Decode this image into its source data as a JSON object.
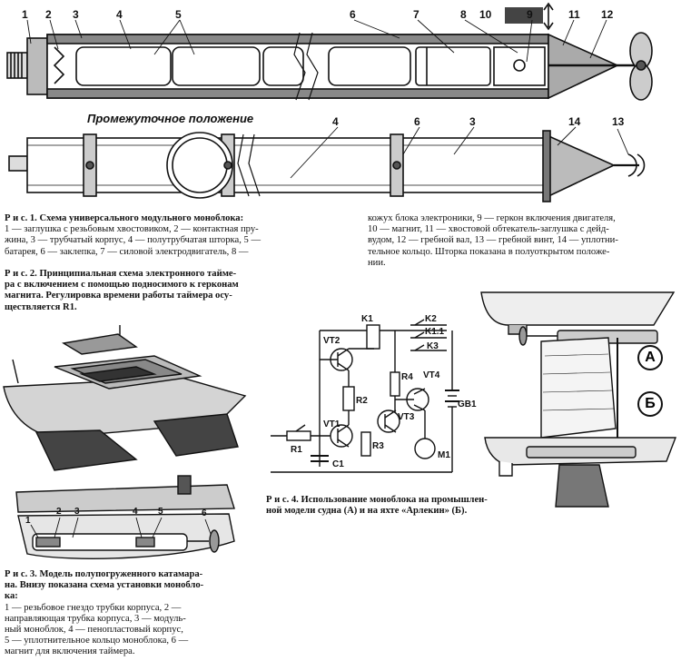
{
  "fig1": {
    "numbers": [
      "1",
      "2",
      "3",
      "4",
      "5",
      "6",
      "7",
      "8",
      "9",
      "10",
      "11",
      "12"
    ],
    "intermediate_label": "Промежуточное положение",
    "bottom_numbers": [
      "4",
      "6",
      "3",
      "14",
      "13"
    ]
  },
  "caption1": {
    "title": "Р и с. 1. Схема универсального модульного моноблока:",
    "col1": [
      "1 — заглушка с резьбовым хвостовиком, 2 — контактная пру-",
      "жина, 3 — трубчатый корпус, 4 — полутрубчатая шторка, 5 —",
      "батарея, 6 — заклепка, 7 — силовой электродвигатель, 8 —"
    ],
    "col2": [
      "кожух блока электроники, 9 — геркон включения двигателя,",
      "10 — магнит, 11 — хвостовой обтекатель-заглушка с дейд-",
      "вудом, 12 — гребной вал, 13 — гребной винт, 14 — уплотни-",
      "тельное кольцо. Шторка показана в полуоткрытом положе-",
      "нии."
    ]
  },
  "caption2": {
    "lines": [
      "Р и с. 2. Принципиальная схема электронного тайме-",
      "ра с включением с помощью подносимого к герконам",
      "магнита. Регулировка времени работы таймера осу-",
      "ществляется R1."
    ]
  },
  "circuit": {
    "labels": [
      "K1",
      "K2",
      "K1.1",
      "K3",
      "VT2",
      "R4",
      "VT4",
      "R2",
      "GB1",
      "VT1",
      "VT3",
      "R1",
      "R3",
      "C1",
      "M1"
    ]
  },
  "caption3": {
    "lines": [
      "Р и с. 3. Модель полупогруженного катамара-",
      "на. Внизу показана схема установки монобло-",
      "ка:",
      "1 — резьбовое гнездо трубки корпуса, 2 —",
      "направляющая трубка корпуса, 3 — модуль-",
      "ный моноблок, 4 — пенопластовый корпус,",
      "5 — уплотнительное кольцо моноблока, 6 —",
      "магнит для включения таймера."
    ],
    "numbers": [
      "1",
      "2",
      "3",
      "4",
      "5",
      "6"
    ]
  },
  "caption4": {
    "lines": [
      "Р и с. 4. Использование моноблока на промышлен-",
      "ной модели судна (А) и на яхте «Арлекин» (Б)."
    ],
    "badge_a": "А",
    "badge_b": "Б"
  }
}
